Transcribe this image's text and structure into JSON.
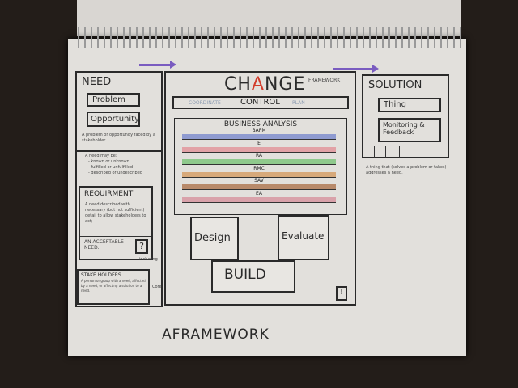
{
  "need": {
    "title": "NEED",
    "items": [
      "Problem",
      "Opportunity"
    ],
    "definition": "A problem or opportunity faced by a stakeholder",
    "may_be_title": "A need may be:",
    "may_be": [
      "- known or unknown",
      "- fulfilled or unfulfilled",
      "- described or undescribed"
    ]
  },
  "requirement": {
    "title": "REQUIRMENT",
    "text": "A need described with necessary (but not sufficient) detail to allow stakeholders to act;",
    "footer": "AN ACCEPTABLE NEED.",
    "icon": "?"
  },
  "stakeholders": {
    "title": "STAKE HOLDERS",
    "text": "A person or group with a need, affected by a need, or affecting a solution to a need.",
    "side_labels": [
      "including",
      "Core"
    ]
  },
  "change": {
    "title_left": "CH",
    "title_mid": "A",
    "title_right": "NGE",
    "subtitle": "FRAMEWORK",
    "tabs": [
      "COORDINATE",
      "CONTROL",
      "PLAN"
    ],
    "ba_title": "BUSINESS ANALYSIS",
    "lanes": [
      {
        "label": "BAPM",
        "color": "#8f9bd0"
      },
      {
        "label": "E",
        "color": "#e2a2a6"
      },
      {
        "label": "RA",
        "color": "#8fc98c"
      },
      {
        "label": "RMC",
        "color": "#d7a97a"
      },
      {
        "label": "SAV",
        "color": "#b88a6a"
      },
      {
        "label": "EA",
        "color": "#d9a2aa"
      }
    ],
    "cycle": [
      "Design",
      "Evaluate",
      "BUILD"
    ],
    "corner_icon": "!"
  },
  "solution": {
    "title": "SOLUTION",
    "items": [
      "Thing",
      "Monitoring & Feedback"
    ],
    "definition": "A thing that (solves a problem or takes) addresses a need."
  },
  "footer": {
    "title": "AFRAMEWORK"
  }
}
